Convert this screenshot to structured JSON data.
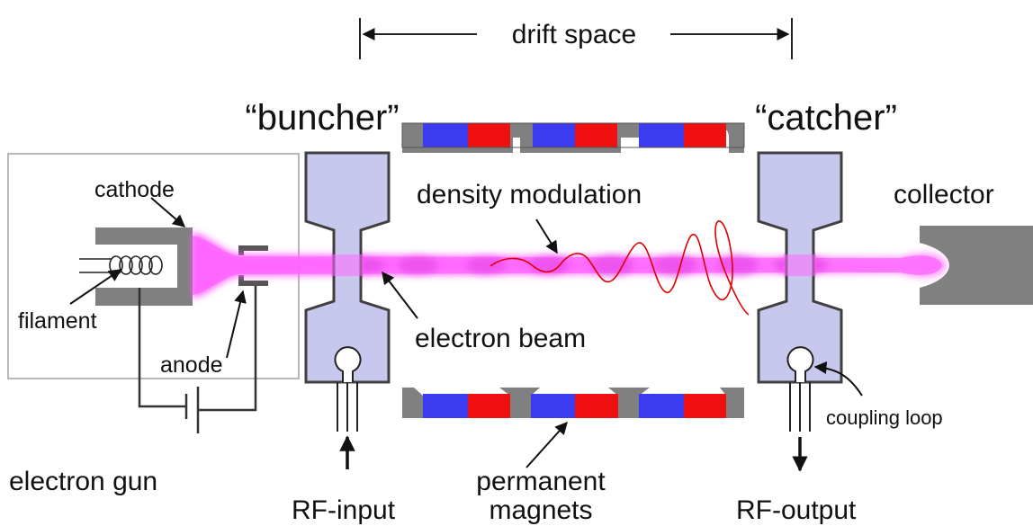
{
  "labels": {
    "drift_space": "drift space",
    "buncher": "“buncher”",
    "catcher": "“catcher”",
    "cathode": "cathode",
    "filament": "filament",
    "anode": "anode",
    "density_modulation": "density modulation",
    "electron_beam": "electron beam",
    "collector": "collector",
    "coupling_loop": "coupling loop",
    "electron_gun": "electron gun",
    "rf_input": "RF-input",
    "permanent_magnets_line1": "permanent",
    "permanent_magnets_line2": "magnets",
    "rf_output": "RF-output"
  },
  "colors": {
    "cavity_fill": "#c8c8ee",
    "cavity_stroke": "#404040",
    "metal": "#808080",
    "magnet_blue": "#3b3bf0",
    "magnet_red": "#f01010",
    "beam": "#ff66ff",
    "wave": "#e00000",
    "gun_box": "#b8b8b8"
  },
  "icons": {
    "arrow": "arrow-icon",
    "filament_coil": "coil-icon",
    "battery": "battery-icon",
    "coupling_loop": "loop-icon"
  }
}
